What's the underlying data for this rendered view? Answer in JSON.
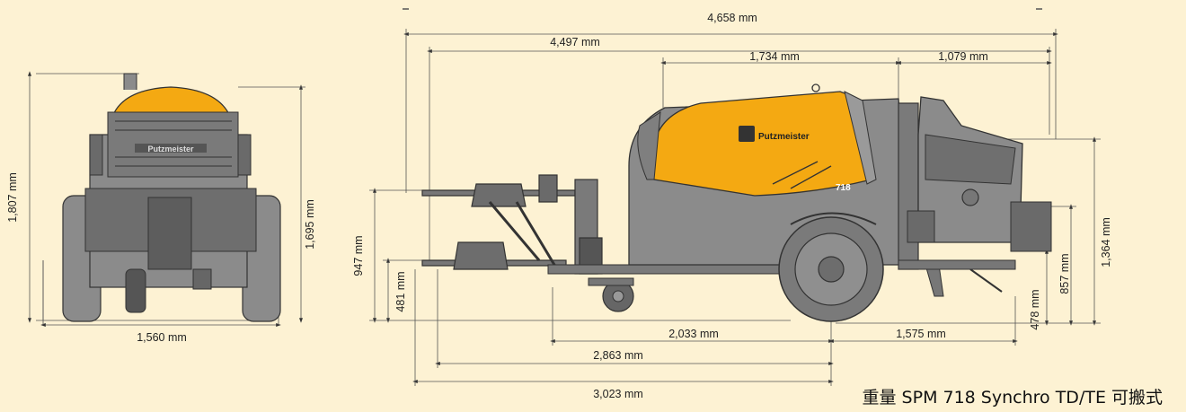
{
  "front_view": {
    "height_label": "1,807 mm",
    "inner_height_label": "1,695 mm",
    "width_label": "1,560 mm",
    "brand_label": "Putzmeister"
  },
  "side_view": {
    "overall_length_label": "4,658 mm",
    "length_label": "4,497 mm",
    "hood_length_label": "1,734 mm",
    "rear_length_label": "1,079 mm",
    "height_947_label": "947 mm",
    "height_481_label": "481 mm",
    "height_478_label": "478 mm",
    "height_857_label": "857 mm",
    "height_1364_label": "1,364 mm",
    "dim_2033_label": "2,033 mm",
    "dim_1575_label": "1,575 mm",
    "dim_2863_label": "2,863 mm",
    "dim_3023_label": "3,023 mm",
    "brand_label": "Putzmeister",
    "model_badge": "718"
  },
  "caption": "重量 SPM 718 Synchro TD/TE  可搬式",
  "colors": {
    "background": "#fdf2d3",
    "body_yellow": "#f4a912",
    "machine_grey": "#8b8b8b",
    "dark_grey": "#4a4a4a"
  }
}
